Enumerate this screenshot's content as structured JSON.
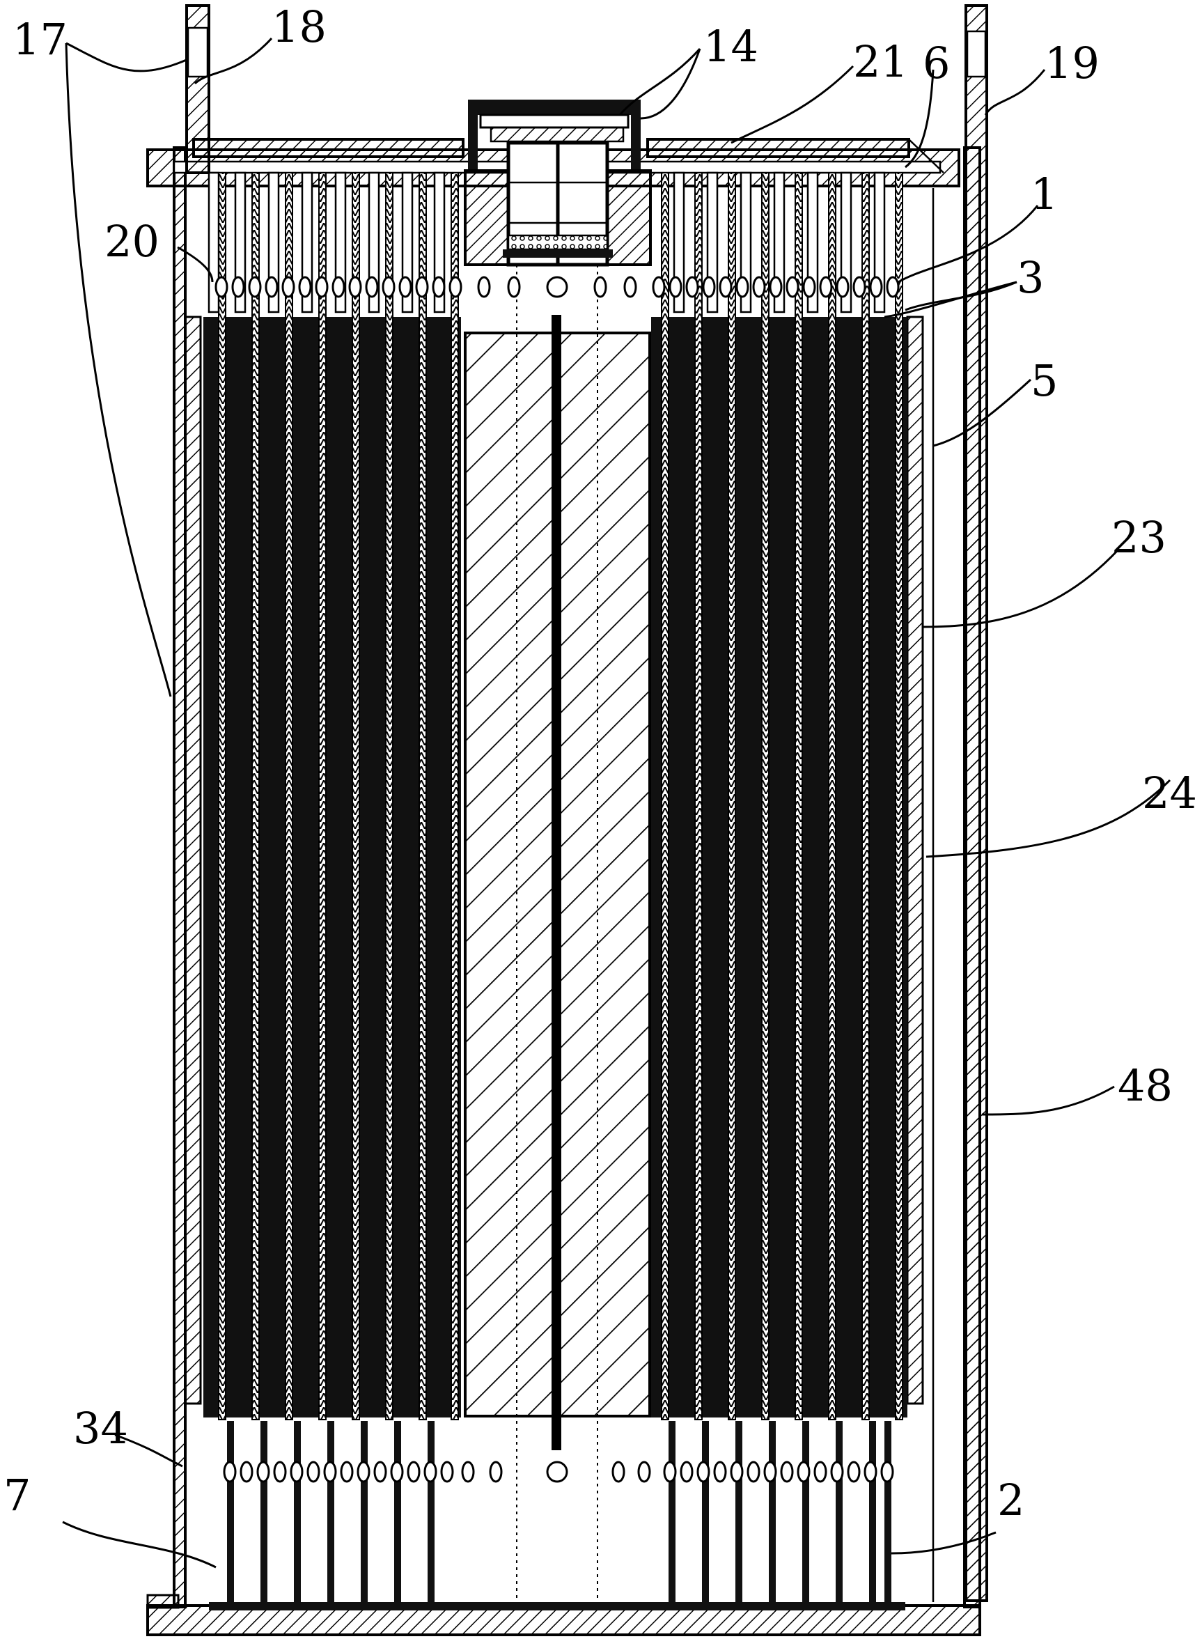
{
  "figure": {
    "background": "#ffffff",
    "ink": "#000000",
    "labels": [
      {
        "id": "l17",
        "text": "17"
      },
      {
        "id": "l18",
        "text": "18"
      },
      {
        "id": "l14",
        "text": "14"
      },
      {
        "id": "l21",
        "text": "21"
      },
      {
        "id": "l6",
        "text": "6"
      },
      {
        "id": "l19",
        "text": "19"
      },
      {
        "id": "l20",
        "text": "20"
      },
      {
        "id": "l1",
        "text": "1"
      },
      {
        "id": "l3",
        "text": "3"
      },
      {
        "id": "l5",
        "text": "5"
      },
      {
        "id": "l23",
        "text": "23"
      },
      {
        "id": "l24",
        "text": "24"
      },
      {
        "id": "l48",
        "text": "48"
      },
      {
        "id": "l34",
        "text": "34"
      },
      {
        "id": "l7",
        "text": "7"
      },
      {
        "id": "l2",
        "text": "2"
      }
    ]
  }
}
